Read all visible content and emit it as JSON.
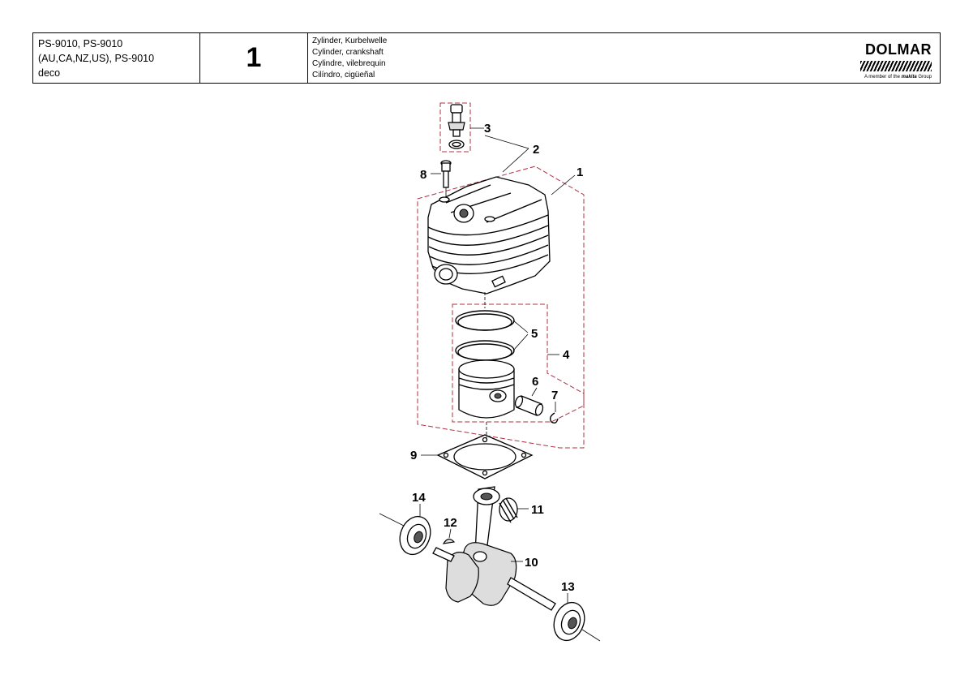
{
  "header": {
    "models": [
      "PS-9010, PS-9010",
      "(AU,CA,NZ,US), PS-9010",
      "deco"
    ],
    "page_number": "1",
    "titles": [
      "Zylinder, Kurbelwelle",
      "Cylinder, crankshaft",
      "Cylindre, vilebrequin",
      "Cilíndro, cigüeñal"
    ],
    "brand": "DOLMAR",
    "tagline_prefix": "A member of the ",
    "tagline_brand": "makita",
    "tagline_suffix": " Group"
  },
  "diagram": {
    "callouts": [
      "1",
      "2",
      "3",
      "4",
      "5",
      "6",
      "7",
      "8",
      "9",
      "10",
      "11",
      "12",
      "13",
      "14"
    ]
  }
}
